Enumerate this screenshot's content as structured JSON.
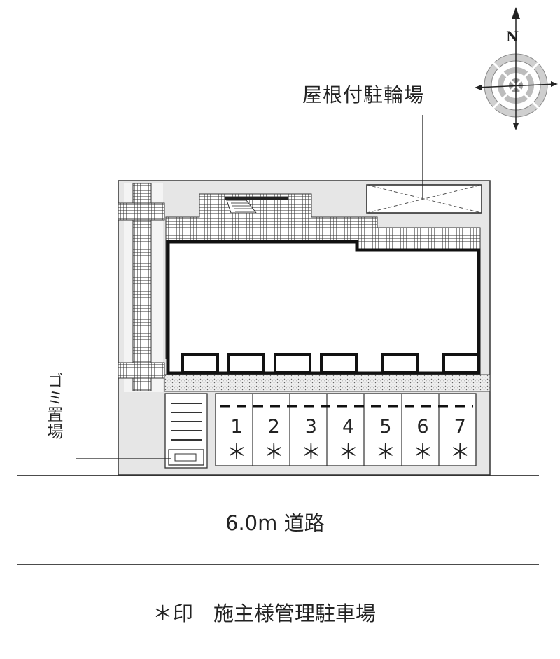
{
  "labels": {
    "covered_bicycle_parking": "屋根付駐輪場",
    "garbage_area": "ゴミ置場",
    "road": "6.0m 道路",
    "legend": "＊印　施主様管理駐車場"
  },
  "compass": {
    "north": "N",
    "icon": "compass-rose-icon"
  },
  "parking_spaces": [
    {
      "number": "1",
      "mark": "＊"
    },
    {
      "number": "2",
      "mark": "＊"
    },
    {
      "number": "3",
      "mark": "＊"
    },
    {
      "number": "4",
      "mark": "＊"
    },
    {
      "number": "5",
      "mark": "＊"
    },
    {
      "number": "6",
      "mark": "＊"
    },
    {
      "number": "7",
      "mark": "＊"
    }
  ],
  "colors": {
    "line": "#222222",
    "ground": "#e6e6e6",
    "paving": "#d6d6d6",
    "white": "#ffffff"
  }
}
